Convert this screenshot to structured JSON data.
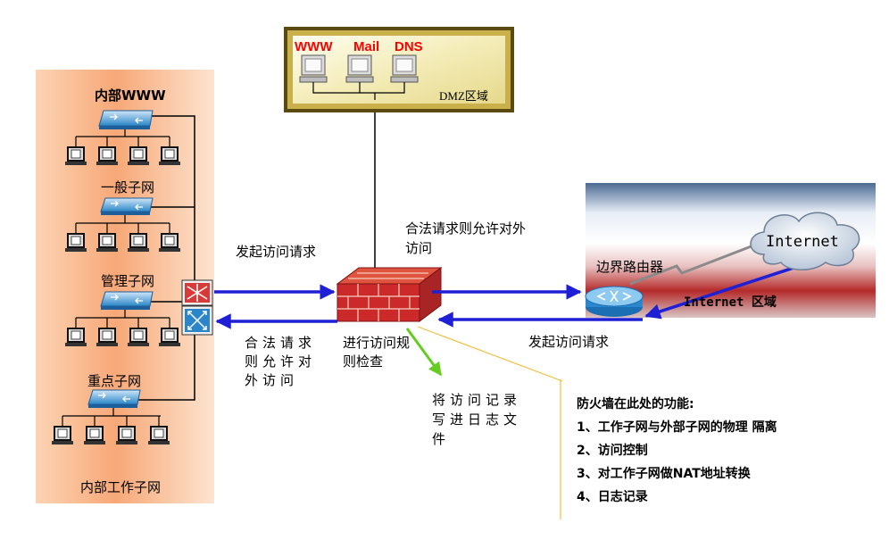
{
  "internal": {
    "subnets": [
      "内部WWW",
      "一般子网",
      "管理子网",
      "重点子网"
    ],
    "zone_label": "内部工作子网"
  },
  "dmz": {
    "servers": [
      "WWW",
      "Mail",
      "DNS"
    ],
    "zone_label": "DMZ区域"
  },
  "internet": {
    "cloud_label": "Internet",
    "zone_label": "Internet 区域",
    "router_label": "边界路由器"
  },
  "flow": {
    "inbound_request_left": "发起访问请求",
    "allow_internal": "合法请求则允许对外访问",
    "rule_check": "进行访问规则检查",
    "allow_external": "合法请求则允许对外访问",
    "inbound_request_right": "发起访问请求",
    "log_action": "将访问记录写进日志文件"
  },
  "functions": {
    "title": "防火墙在此处的功能:",
    "items": [
      "1、工作子网与外部子网的物理 隔离",
      "2、访问控制",
      "3、对工作子网做NAT地址转换",
      "4、日志记录"
    ]
  },
  "colors": {
    "arrow": "#1f1fd6",
    "firewall": "#cc2a2a",
    "internal_bg": "#f8b98c",
    "dmz_frame": "#d8c46a",
    "log_arrow": "#66cc22",
    "callout_line": "#f0c040"
  }
}
